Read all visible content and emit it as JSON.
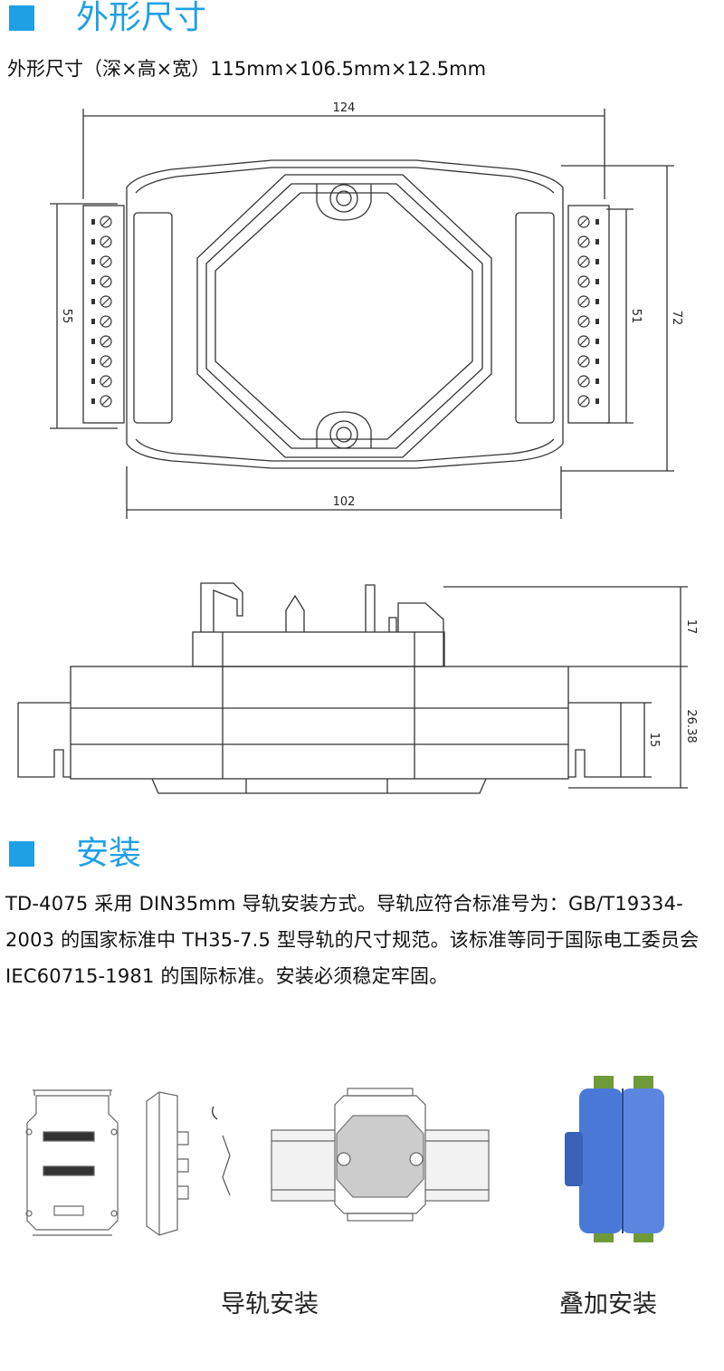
{
  "dimensions_section": {
    "title": "外形尺寸",
    "spec_text": "外形尺寸（深×高×宽）115mm×106.5mm×12.5mm",
    "labels": {
      "top_width": "124",
      "bottom_width": "102",
      "left_height": "55",
      "right_inner_height": "51",
      "right_outer_height": "72",
      "side_top_height": "17",
      "side_rail_height": "15",
      "side_total_height": "26.38"
    }
  },
  "install_section": {
    "title": "安装",
    "paragraph": "TD-4075 采用 DIN35mm 导轨安装方式。导轨应符合标准号为：GB/T19334-2003 的国家标准中 TH35-7.5 型导轨的尺寸规范。该标准等同于国际电工委员会 IEC60715-1981 的国际标准。安装必须稳定牢固。",
    "captions": {
      "rail": "导轨安装",
      "stack": "叠加安装"
    }
  },
  "colors": {
    "accent": "#1ea0e6",
    "module_blue": "#4a78d6",
    "terminal_green": "#6f9a3a"
  }
}
